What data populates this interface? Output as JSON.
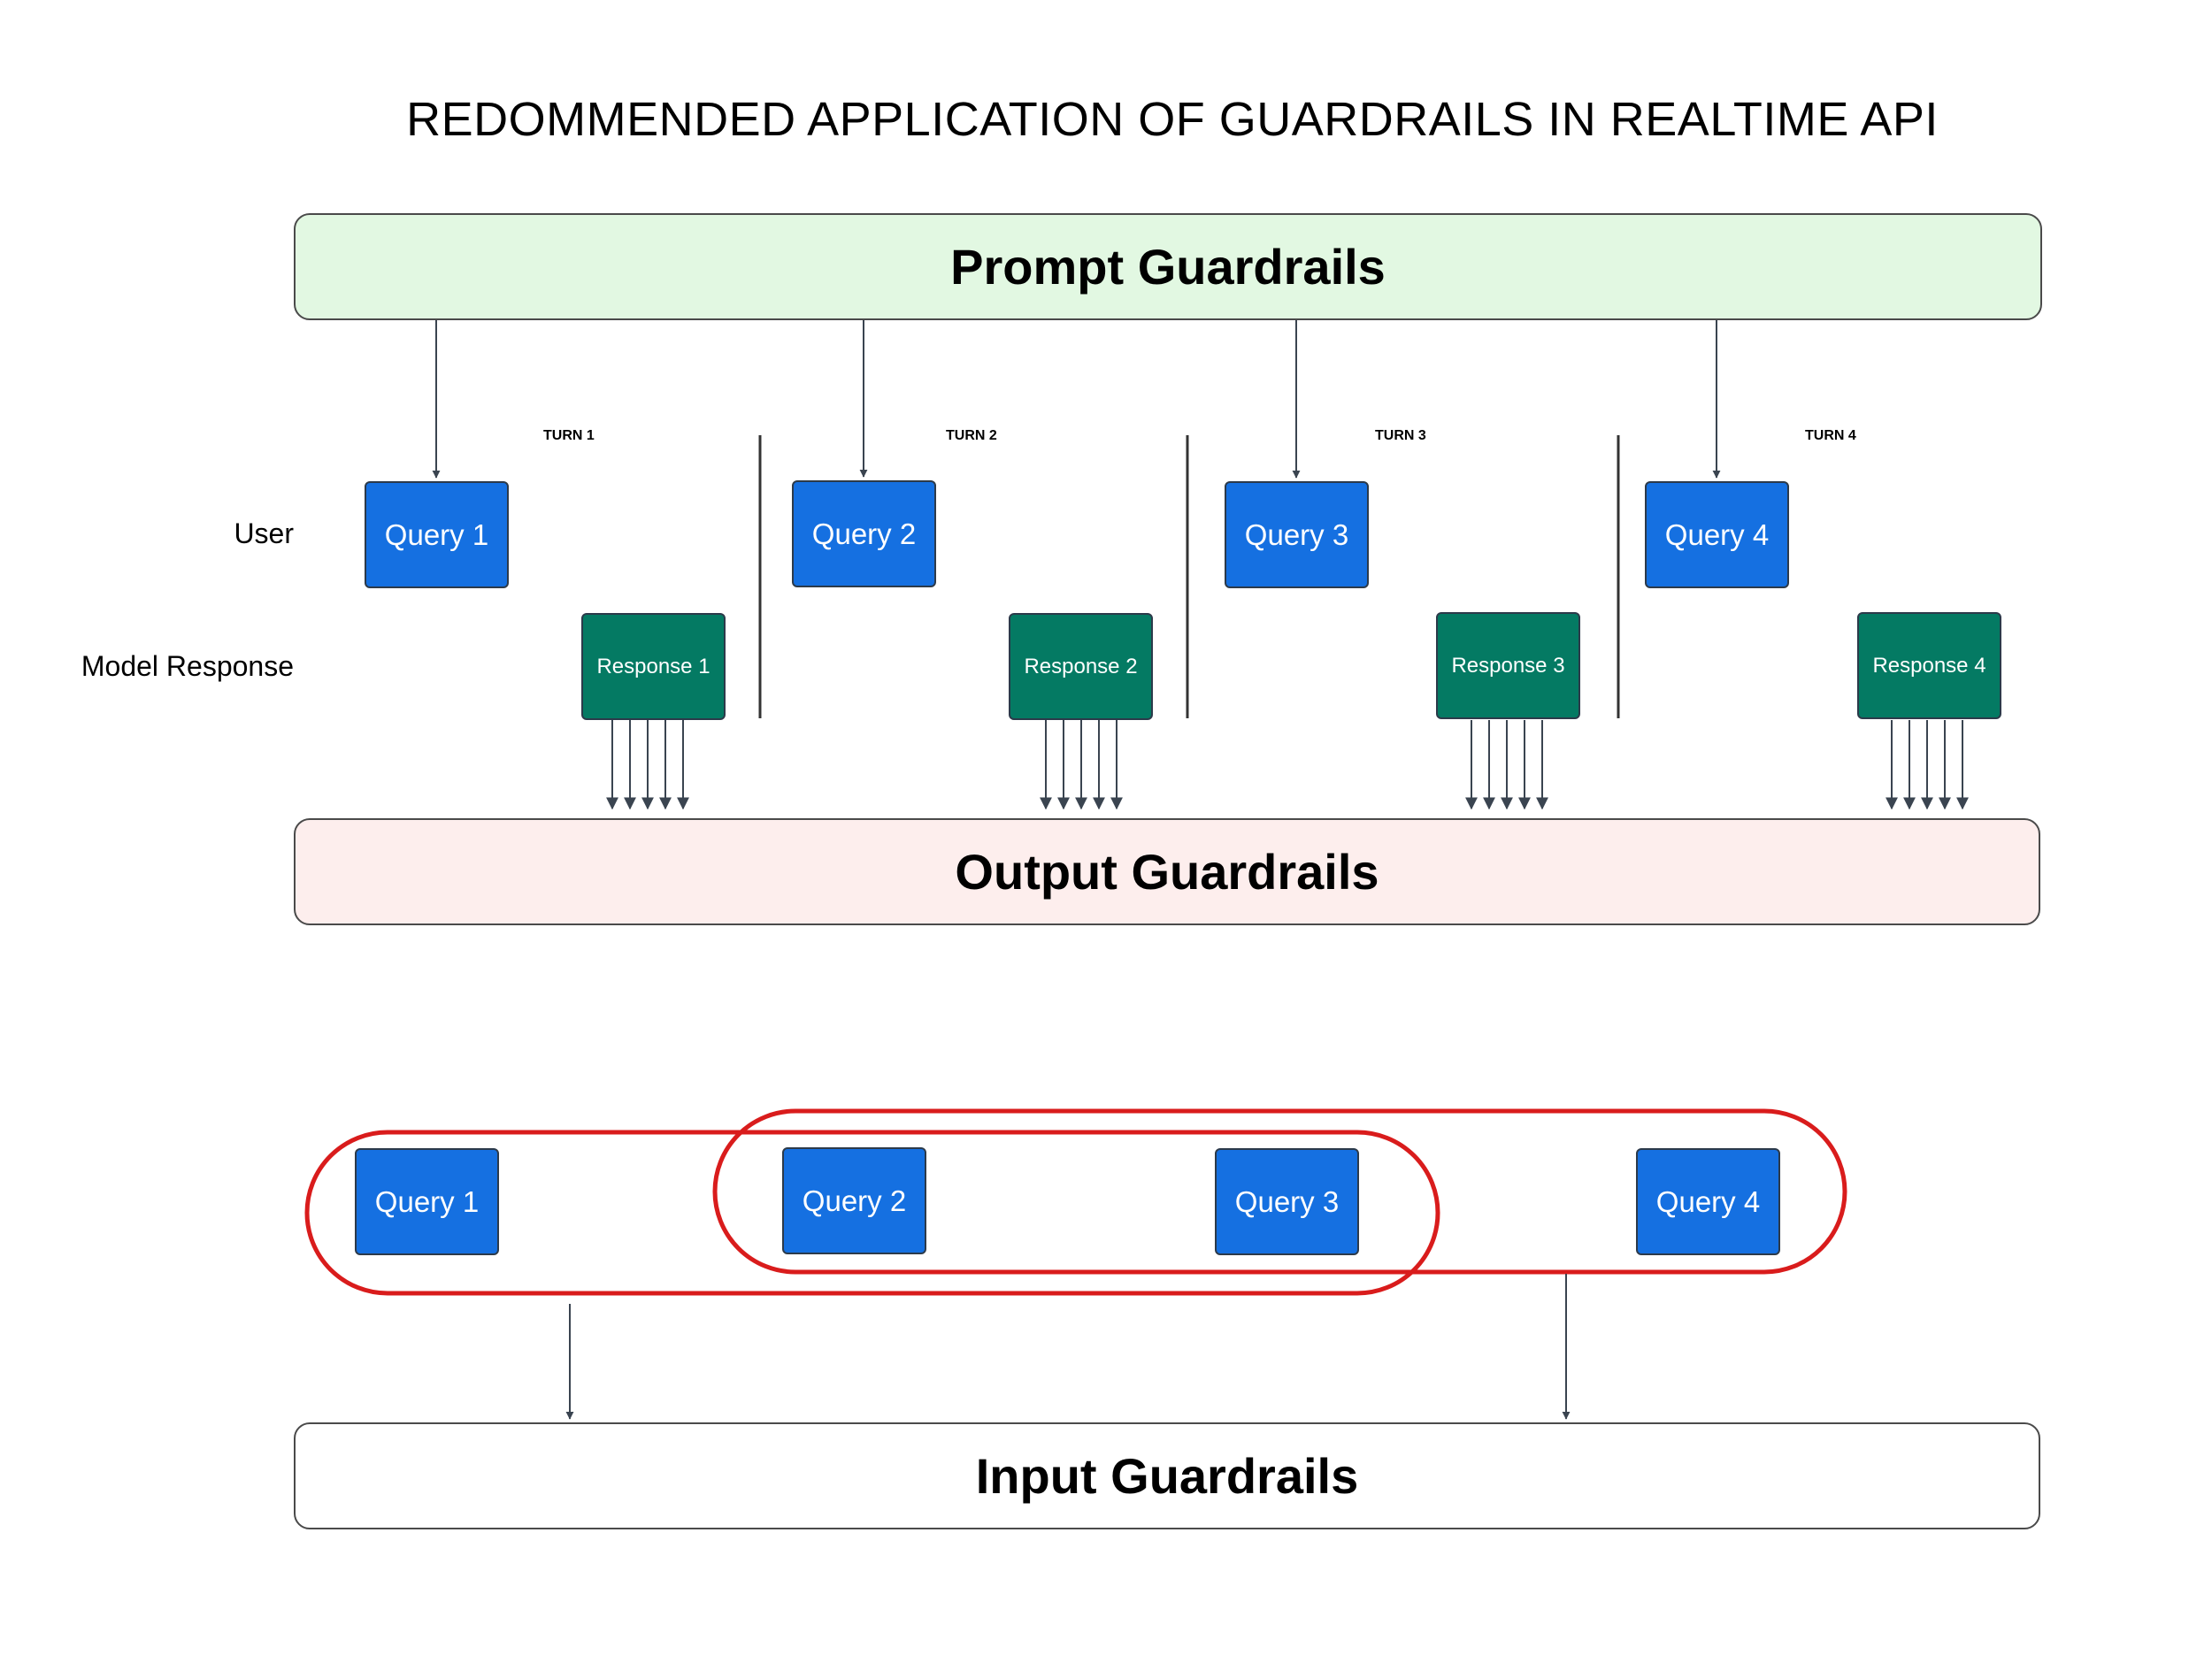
{
  "title": "REDOMMENDED APPLICATION OF GUARDRAILS IN REALTIME API",
  "bands": {
    "prompt": "Prompt Guardrails",
    "output": "Output Guardrails",
    "input": "Input Guardrails"
  },
  "row_labels": {
    "user": "User",
    "model": "Model Response"
  },
  "turns": [
    {
      "label": "TURN 1",
      "query": "Query 1",
      "response": "Response 1"
    },
    {
      "label": "TURN 2",
      "query": "Query 2",
      "response": "Response 2"
    },
    {
      "label": "TURN 3",
      "query": "Query 3",
      "response": "Response 3"
    },
    {
      "label": "TURN 4",
      "query": "Query 4",
      "response": "Response 4"
    }
  ],
  "input_queries": [
    "Query 1",
    "Query 2",
    "Query 3",
    "Query 4"
  ],
  "colors": {
    "prompt_band": "#e2f8e2",
    "output_band": "#fdeeed",
    "input_band": "#ffffff",
    "query": "#1570e1",
    "response": "#047a63",
    "window_outline": "#d91c1c",
    "connector": "#3a4450"
  }
}
